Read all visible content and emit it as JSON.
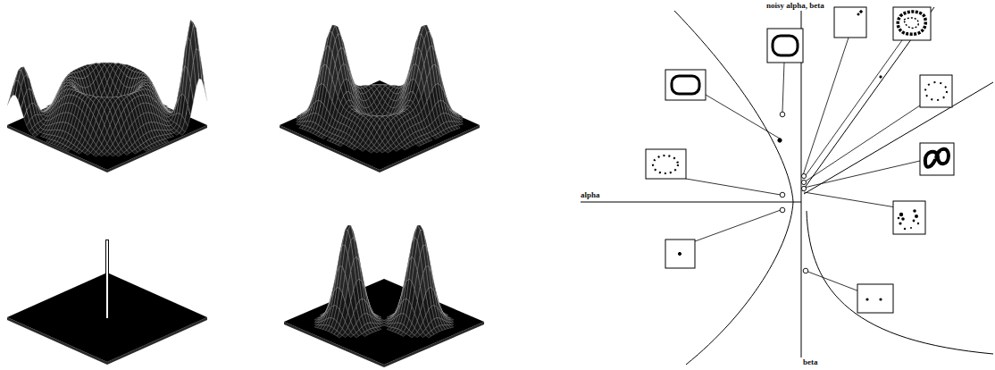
{
  "diagram": {
    "labels": [
      "noisy alpha, beta",
      "alpha",
      "beta"
    ]
  }
}
